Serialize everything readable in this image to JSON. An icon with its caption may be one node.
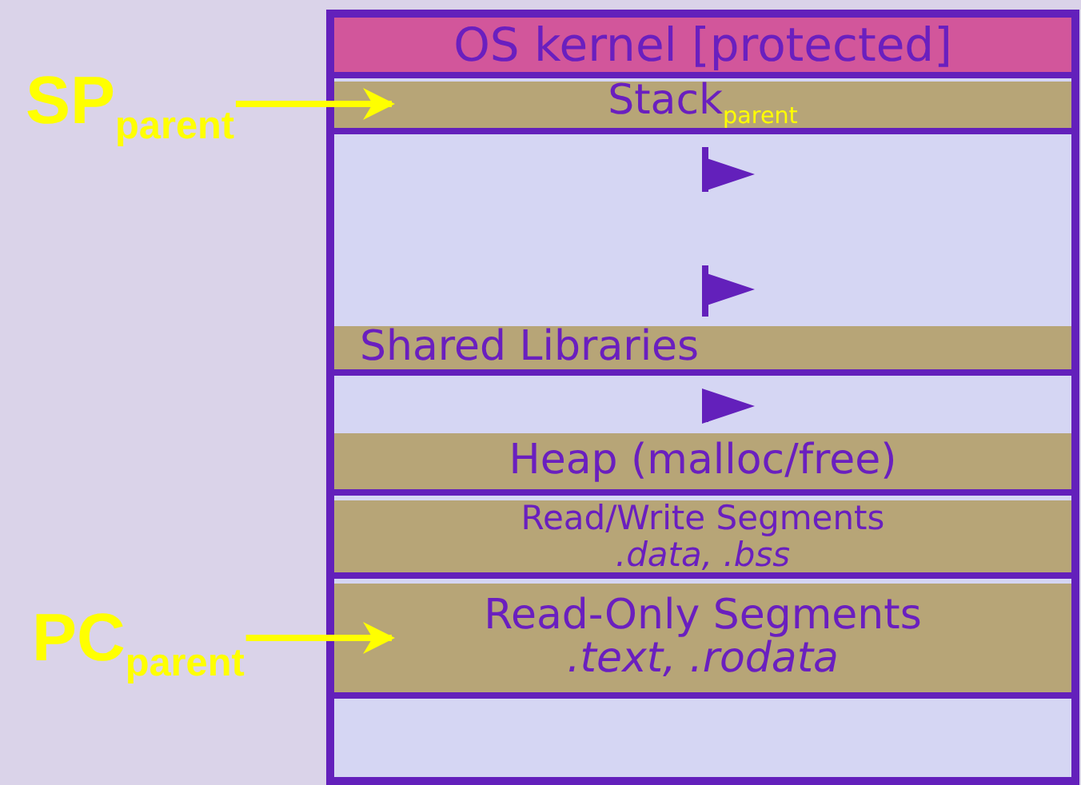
{
  "diagram": {
    "nodes": [
      {
        "text": [
          "OS kernel [protected]"
        ]
      },
      {
        "text": [
          "Stack$_{parent}$"
        ]
      },
      {
        "text": [
          "Shared Libraries"
        ]
      },
      {
        "text": [
          "Heap (malloc/free)"
        ]
      },
      {
        "text": [
          "Read/Write Segments",
          ".data, .bss"
        ]
      },
      {
        "text": [
          "Read-Only Segments",
          ".text, .rodata"
        ]
      },
      {
        "text": [
          "SP$_{parent}$"
        ]
      },
      {
        "text": [
          "PC$_{parent}$"
        ]
      }
    ],
    "edges": [
      {
        "from": 6,
        "to": 1,
        "arrow": "to"
      },
      {
        "from": 7,
        "to": 5,
        "arrow": "to"
      }
    ]
  }
}
